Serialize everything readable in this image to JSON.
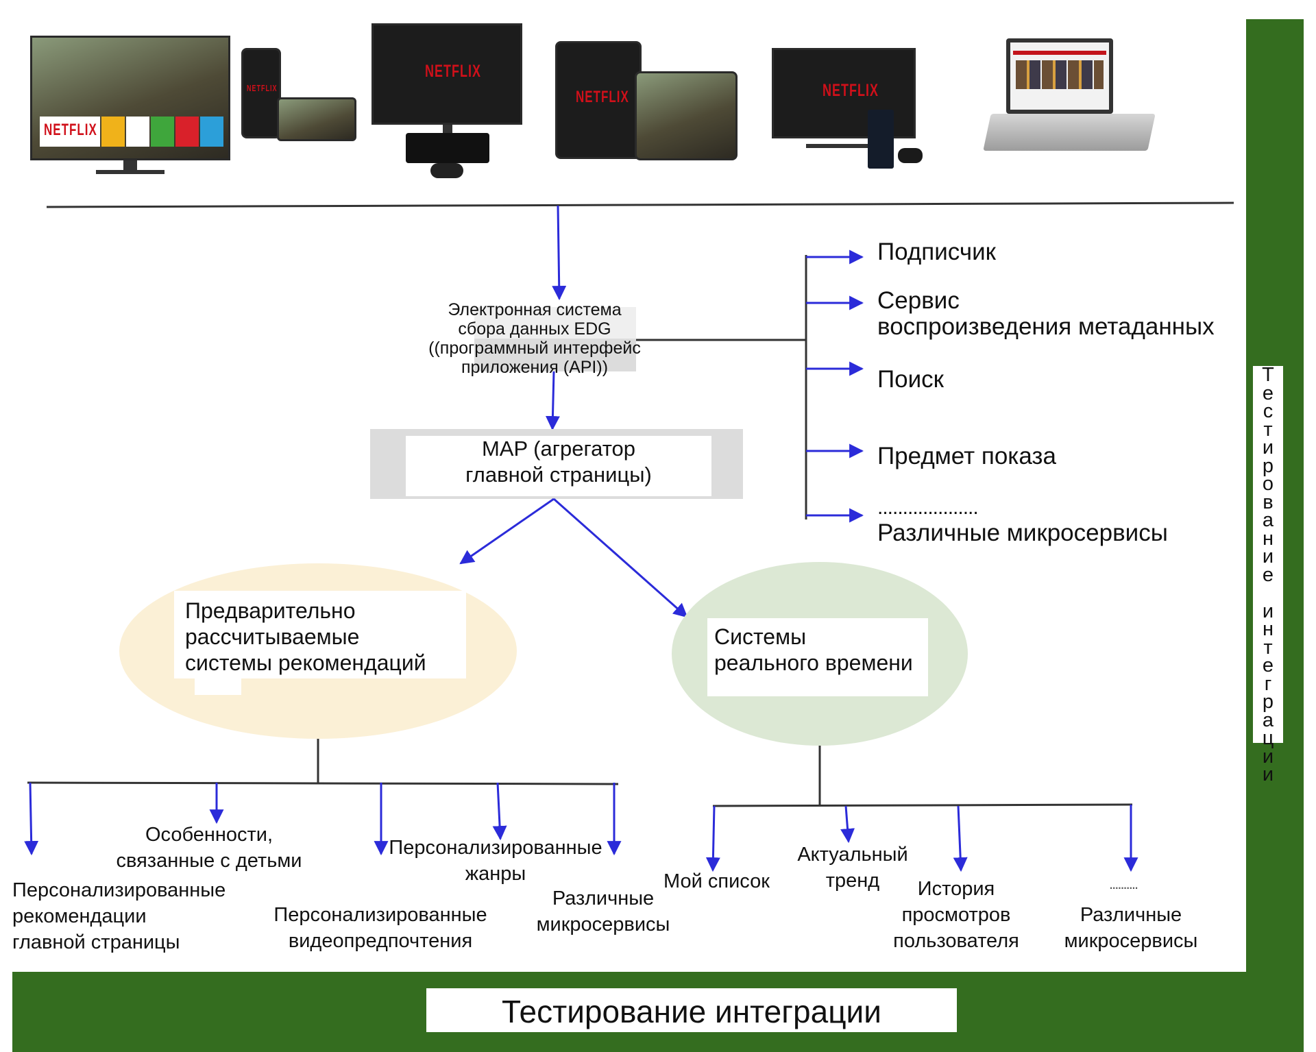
{
  "devices": [
    {
      "name": "smart-tv",
      "logo": "NETFLIX"
    },
    {
      "name": "smartphones",
      "logo": "NETFLIX"
    },
    {
      "name": "console-tv",
      "logo": "NETFLIX"
    },
    {
      "name": "tablets",
      "logo": "NETFLIX"
    },
    {
      "name": "playstation-tv",
      "logo": "NETFLIX"
    },
    {
      "name": "laptop",
      "logo": ""
    }
  ],
  "edge": {
    "line1": "Электронная система",
    "line2": "сбора данных EDG",
    "line3": "((программный интерфейс",
    "line4": "приложения (API))"
  },
  "map": {
    "line1": "MAP (агрегатор",
    "line2": "главной страницы)"
  },
  "services": {
    "subscriber": "Подписчик",
    "playback_line1": "Сервис",
    "playback_line2": "воспроизведения метаданных",
    "search": "Поиск",
    "show_item": "Предмет показа",
    "dots": "....................",
    "various": "Различные микросервисы"
  },
  "precomputed": {
    "line1": "Предварительно",
    "line2": "рассчитываемые",
    "line3": "системы рекомендаций"
  },
  "realtime": {
    "line1": "Системы",
    "line2": "реального времени"
  },
  "left_leaves": {
    "home_recs_1": "Персонализированные",
    "home_recs_2": "рекомендации",
    "home_recs_3": "главной страницы",
    "kids_1": "Особенности,",
    "kids_2": "связанные с детьми",
    "video_prefs_1": "Персонализированные",
    "video_prefs_2": "видеопредпочтения",
    "genres_1": "Персонализированные",
    "genres_2": "жанры",
    "misc_1": "Различные",
    "misc_2": "микросервисы"
  },
  "right_leaves": {
    "my_list": "Мой список",
    "trend_1": "Актуальный",
    "trend_2": "тренд",
    "history_1": "История",
    "history_2": "просмотров",
    "history_3": "пользователя",
    "dots": "..........",
    "misc_1": "Различные",
    "misc_2": "микросервисы"
  },
  "integration": {
    "bottom_label": "Тестирование интеграции",
    "vertical_label": "Тестирование интеграции"
  },
  "colors": {
    "green_frame": "#346d1f",
    "arrow_blue": "#2b2bd9",
    "precomputed_ellipse": "#fbf0d6",
    "realtime_ellipse": "#dce8d4",
    "map_box": "#dcdcdc",
    "netflix_red": "#d0101a"
  }
}
